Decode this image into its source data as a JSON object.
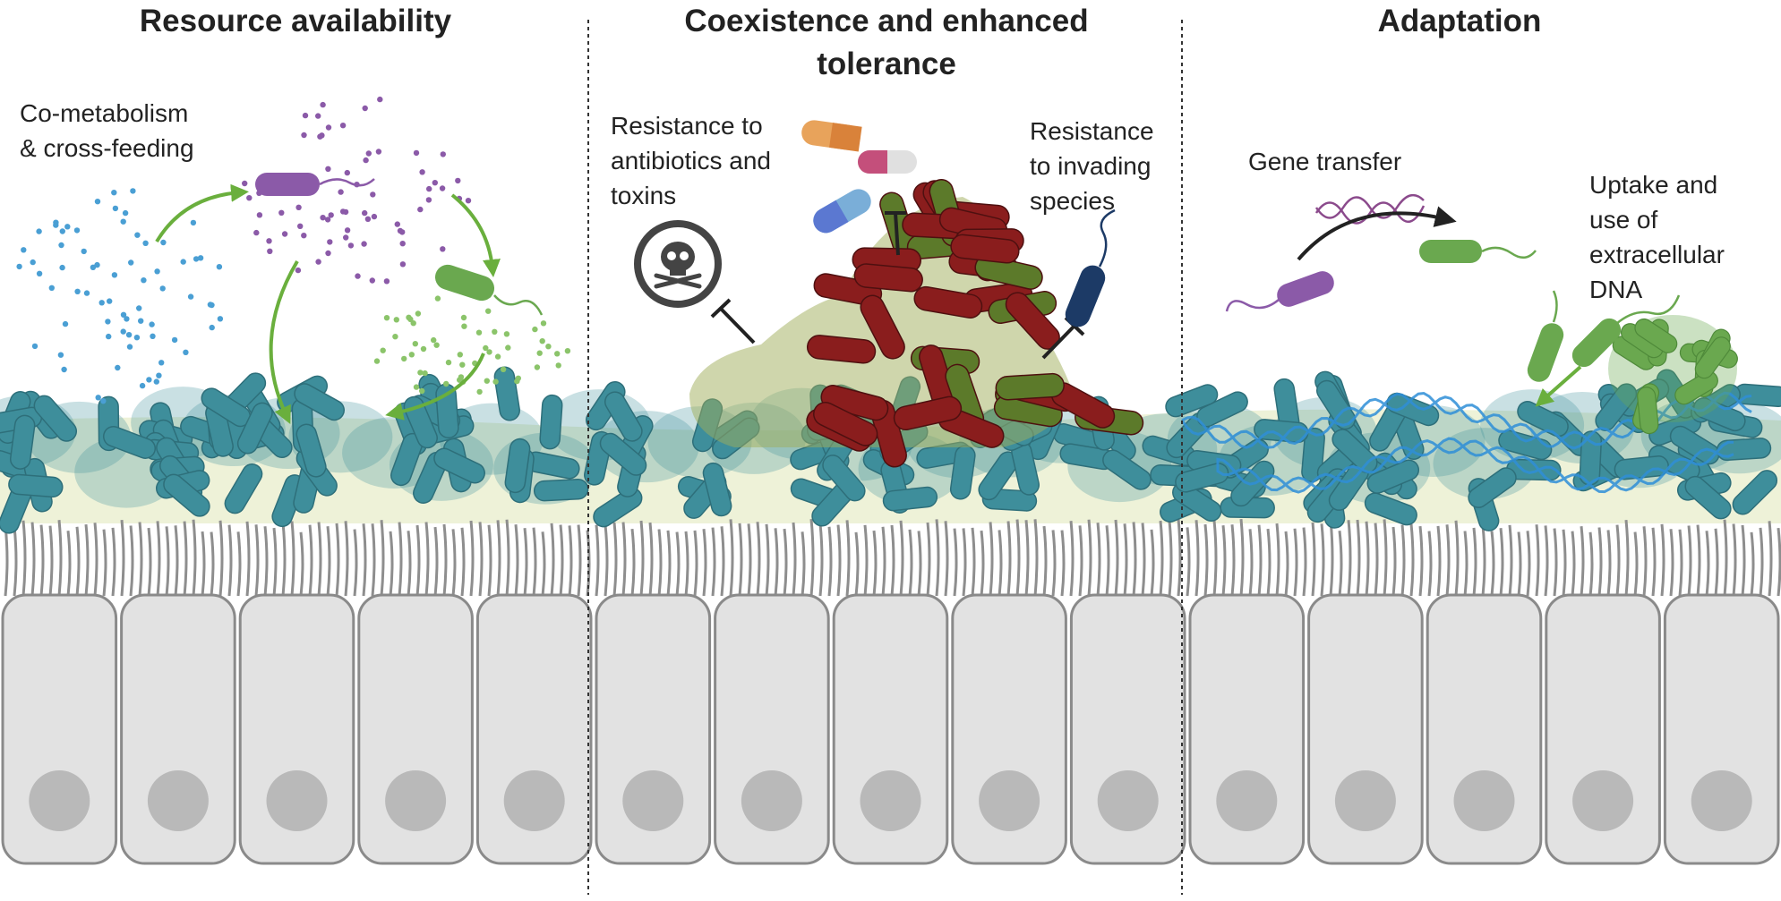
{
  "panels": [
    {
      "title": "Resource availability",
      "labels": [
        "Co-metabolism\n& cross-feeding"
      ]
    },
    {
      "title": "Coexistence and enhanced\ntolerance",
      "labels": [
        "Resistance to\nantibiotics and\ntoxins",
        "Resistance\nto invading\nspecies"
      ]
    },
    {
      "title": "Adaptation",
      "labels": [
        "Gene transfer",
        "Uptake and\nuse of\nextracellular\nDNA"
      ]
    }
  ],
  "colors": {
    "commensal": "#3e8e9b",
    "pathobiont_dark": "#8a1d1d",
    "pathobiont_olive": "#5c7a2a",
    "resource_purple": "#8b5aa8",
    "resource_green": "#6aa84f",
    "resource_blue": "#4a9fd4",
    "arrow_green": "#6aaf3d",
    "mucus": "#eef2d8",
    "epithelium": "#e2e2e2",
    "nucleus": "#b9b9b9",
    "dna": "#2f8fd8"
  },
  "icons": [
    "skull-icon",
    "capsule-icon",
    "dna-strand-icon"
  ]
}
